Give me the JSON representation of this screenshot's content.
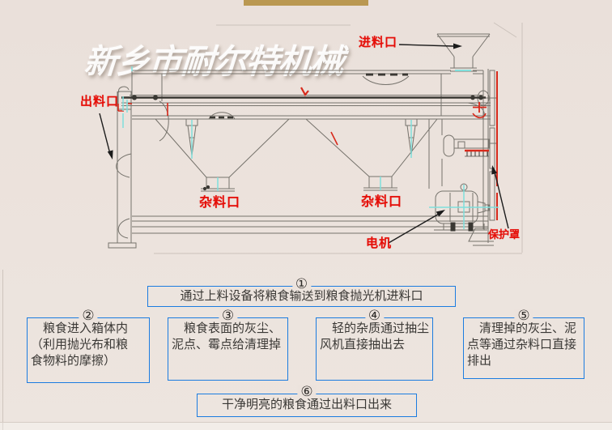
{
  "colors": {
    "background": "#ece3dd",
    "gold_bar": "#ba9851",
    "label_red": "#e50e08",
    "box_border_blue": "#1b7ce0",
    "box_text": "#3a3835",
    "drawing_line_gray": "#76736c",
    "cyan_accent": "#7fe0dc"
  },
  "watermark": {
    "text": "新乡市耐尔特机械"
  },
  "machine_labels": {
    "inlet": "进料口",
    "outlet": "出料口",
    "waste_port_left": "杂料口",
    "waste_port_right": "杂料口",
    "motor": "电机",
    "belt_guard": "保护罩"
  },
  "steps": [
    {
      "num": "①",
      "lines": [
        "通过上料设备将粮食输送到粮食抛光机进料口"
      ]
    },
    {
      "num": "②",
      "lines": [
        "　粮食进入箱体内",
        "（利用抛光布和粮",
        "食物料的摩擦）"
      ]
    },
    {
      "num": "③",
      "lines": [
        "　粮食表面的灰尘、",
        "泥点、霉点给清理掉"
      ]
    },
    {
      "num": "④",
      "lines": [
        "　轻的杂质通过抽尘",
        "风机直接抽出去"
      ]
    },
    {
      "num": "⑤",
      "lines": [
        "　清理掉的灰尘、泥",
        "点等通过杂料口直接",
        "排出"
      ]
    },
    {
      "num": "⑥",
      "lines": [
        "干净明亮的粮食通过出料口出来"
      ]
    }
  ]
}
